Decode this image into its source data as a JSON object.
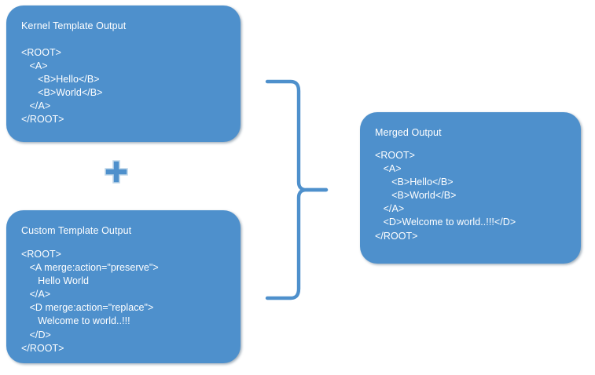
{
  "diagram": {
    "title_semantic": "xml-template-merge-diagram",
    "background_color": "#FFFFFF",
    "card_fill_color": "#4E90CC",
    "card_text_color": "#FFFFFF",
    "connector_color": "#4E90CC",
    "plus_fill_color": "#4E90CC",
    "plus_border_color": "#BFD7EA"
  },
  "cards": {
    "kernel": {
      "title": "Kernel Template Output",
      "code_lines": [
        "<ROOT>",
        "   <A>",
        "      <B>Hello</B>",
        "      <B>World</B>",
        "   </A>",
        "</ROOT>"
      ]
    },
    "custom": {
      "title": "Custom Template Output",
      "code_lines": [
        "<ROOT>",
        "   <A merge:action=\"preserve\">",
        "      Hello World",
        "   </A>",
        "   <D merge:action=\"replace\">",
        "      Welcome to world..!!!",
        "   </D>",
        "</ROOT>"
      ]
    },
    "merged": {
      "title": "Merged Output",
      "code_lines": [
        "<ROOT>",
        "   <A>",
        "      <B>Hello</B>",
        "      <B>World</B>",
        "   </A>",
        "   <D>Welcome to world..!!!</D>",
        "</ROOT>"
      ]
    }
  },
  "connectors": {
    "plus": {
      "icon": "plus-icon",
      "label": "+"
    },
    "brace": {
      "icon": "right-curly-brace-icon",
      "label": "}"
    }
  }
}
